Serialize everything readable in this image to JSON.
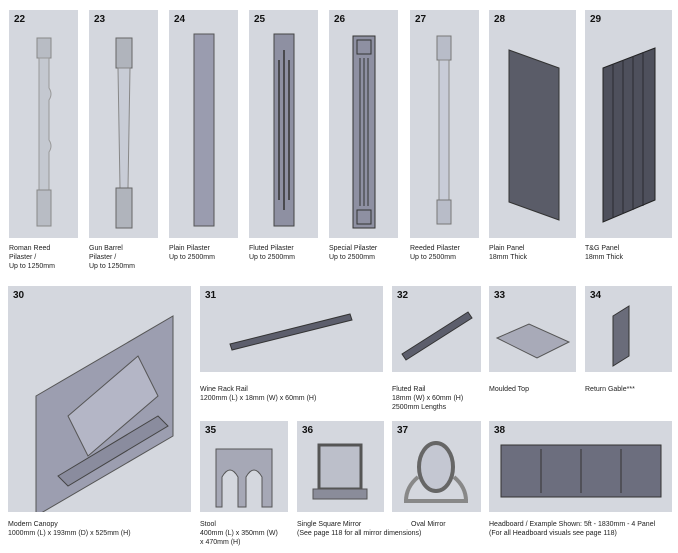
{
  "products": [
    {
      "num": "22",
      "caption": "Roman Reed\nPilaster /\nUp to 1250mm"
    },
    {
      "num": "23",
      "caption": "Gun Barrel\nPilaster /\nUp to 1250mm"
    },
    {
      "num": "24",
      "caption": "Plain Pilaster\nUp to 2500mm"
    },
    {
      "num": "25",
      "caption": "Fluted Pilaster\nUp to 2500mm"
    },
    {
      "num": "26",
      "caption": "Special Pilaster\nUp to 2500mm"
    },
    {
      "num": "27",
      "caption": "Reeded Pilaster\nUp to 2500mm"
    },
    {
      "num": "28",
      "caption": "Plain Panel\n18mm Thick"
    },
    {
      "num": "29",
      "caption": "T&G Panel\n18mm Thick"
    },
    {
      "num": "30",
      "caption": "Modern Canopy\n1000mm (L) x 193mm (D) x 525mm (H)"
    },
    {
      "num": "31",
      "caption": "Wine Rack Rail\n1200mm (L) x 18mm (W) x 60mm (H)"
    },
    {
      "num": "32",
      "caption": "Fluted Rail\n18mm (W) x 60mm (H)\n2500mm Lengths"
    },
    {
      "num": "33",
      "caption": "Moulded Top"
    },
    {
      "num": "34",
      "caption": "Return Gable***"
    },
    {
      "num": "35",
      "caption": "Stool\n400mm (L) x 350mm (W)\nx 470mm (H)"
    },
    {
      "num": "36",
      "caption": "Single Square Mirror\n(See page 118 for all mirror dimensions)"
    },
    {
      "num": "37",
      "caption": "Oval Mirror"
    },
    {
      "num": "38",
      "caption": "Headboard / Example Shown: 5ft - 1830mm - 4 Panel\n(For all Headboard visuals see page 118)"
    }
  ]
}
